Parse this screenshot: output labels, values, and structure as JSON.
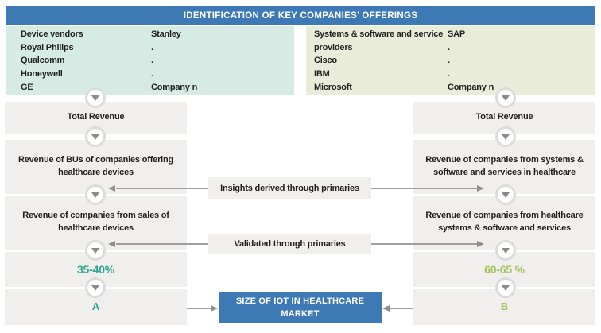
{
  "header": {
    "title": "IDENTIFICATION OF KEY COMPANIES’ OFFERINGS"
  },
  "colors": {
    "accent_blue": "#3d79b5",
    "panel_mint": "#d7ebe5",
    "panel_olive": "#e9ecd8",
    "box_gray": "#f0efee",
    "accent_teal": "#2da58c",
    "accent_olive": "#a5c25b"
  },
  "panels": {
    "device_vendors": {
      "rows": [
        {
          "label": "Device vendors",
          "value": "Stanley"
        },
        {
          "label": "Royal Philips",
          "value": "."
        },
        {
          "label": "Qualcomm",
          "value": "."
        },
        {
          "label": "Honeywell",
          "value": "."
        },
        {
          "label": "GE",
          "value": "Company n"
        }
      ]
    },
    "systems_providers": {
      "rows": [
        {
          "label": "Systems & software and service",
          "value": "SAP"
        },
        {
          "label": "providers",
          "value": "."
        },
        {
          "label": "Cisco",
          "value": "."
        },
        {
          "label": "IBM",
          "value": "."
        },
        {
          "label": "Microsoft",
          "value": "Company n"
        }
      ]
    }
  },
  "left_flow": {
    "step1": "Total Revenue",
    "step2": "Revenue of BUs of companies offering healthcare devices",
    "step3": "Revenue of companies from sales of healthcare devices",
    "share": "35-40%",
    "result": "A"
  },
  "right_flow": {
    "step1": "Total Revenue",
    "step2": "Revenue of companies from systems & software and services in healthcare",
    "step3": "Revenue of companies from healthcare systems & software and services",
    "share": "60-65 %",
    "result": "B"
  },
  "center": {
    "insights": "Insights derived through primaries",
    "validated": "Validated through primaries",
    "market": "SIZE OF IOT IN HEALTHCARE MARKET"
  }
}
